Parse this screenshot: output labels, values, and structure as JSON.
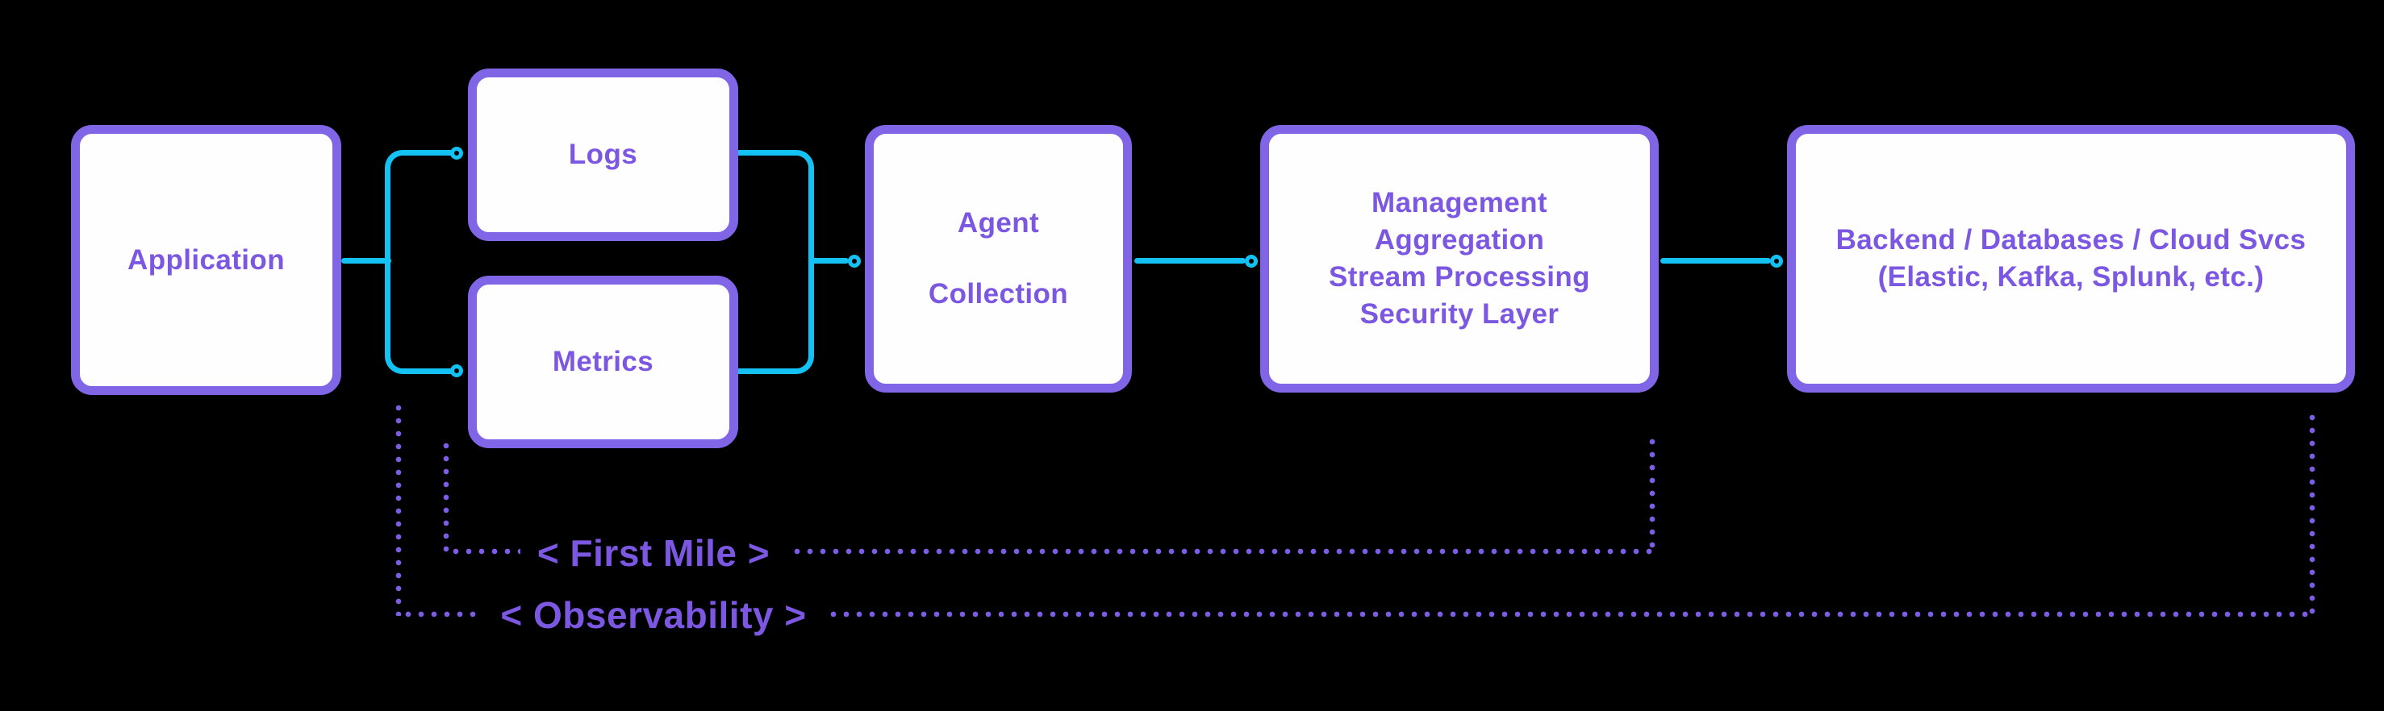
{
  "colors": {
    "background": "#000000",
    "purple_border": "#8065e6",
    "purple_text": "#7b57e2",
    "purple_dots": "#7c5de4",
    "cyan": "#13c2f2",
    "box_fill": "#fffeff"
  },
  "nodes": {
    "application": {
      "label": "Application"
    },
    "logs": {
      "label": "Logs"
    },
    "metrics": {
      "label": "Metrics"
    },
    "agent": {
      "line1": "Agent",
      "line2": "Collection"
    },
    "management": {
      "line1": "Management",
      "line2": "Aggregation",
      "line3": "Stream Processing",
      "line4": "Security Layer"
    },
    "backend": {
      "line1": "Backend / Databases / Cloud Svcs",
      "line2": "(Elastic, Kafka, Splunk, etc.)"
    }
  },
  "annotations": {
    "first_mile": "< First Mile >",
    "observability": "< Observability >"
  },
  "edges": [
    {
      "from": "application",
      "to": "logs"
    },
    {
      "from": "application",
      "to": "metrics"
    },
    {
      "from": "logs",
      "to": "agent"
    },
    {
      "from": "metrics",
      "to": "agent"
    },
    {
      "from": "agent",
      "to": "management"
    },
    {
      "from": "management",
      "to": "backend"
    }
  ],
  "bracket_spans": [
    {
      "label": "< First Mile >",
      "from": "logs-metrics",
      "to": "management"
    },
    {
      "label": "< Observability >",
      "from": "application",
      "to": "backend"
    }
  ]
}
